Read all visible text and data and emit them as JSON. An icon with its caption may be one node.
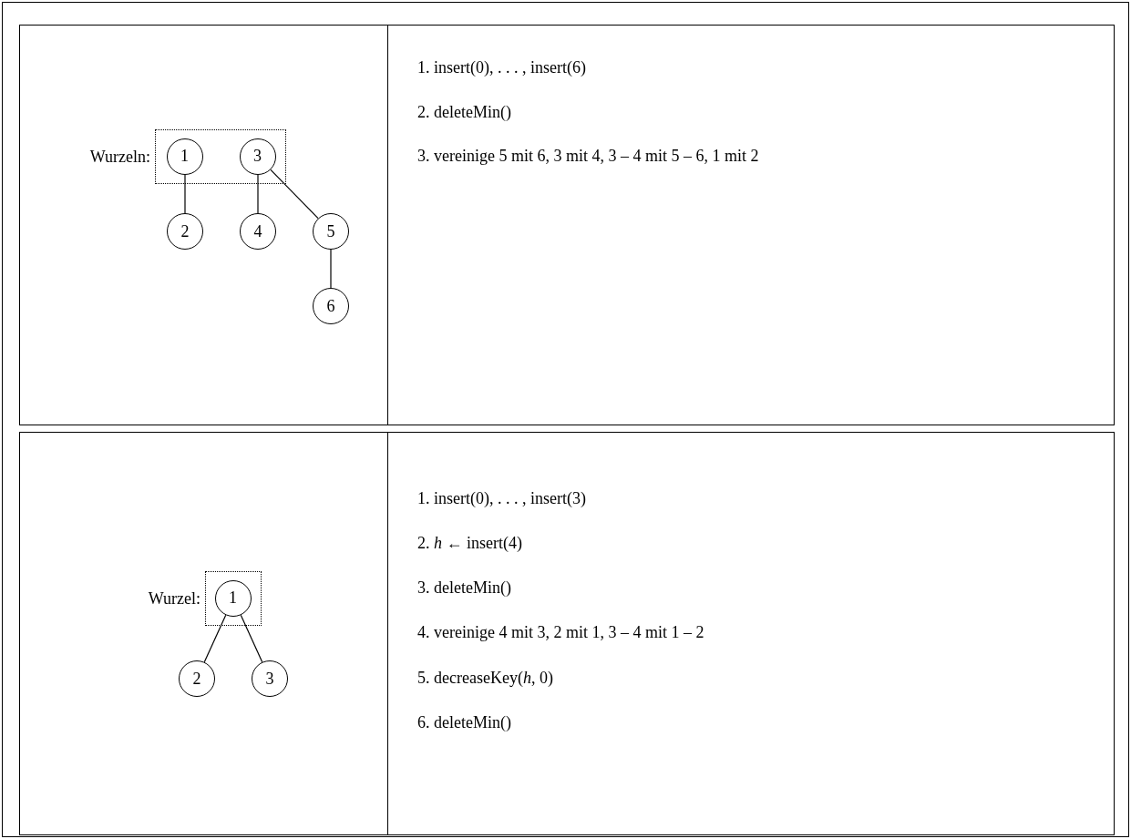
{
  "diagram": {
    "nodes": [
      {
        "text": [
          "Wurzeln:"
        ]
      },
      {
        "text": [
          "1"
        ],
        "in": 0
      },
      {
        "text": [
          "3"
        ],
        "in": 0
      },
      {
        "text": [
          "2"
        ]
      },
      {
        "text": [
          "4"
        ]
      },
      {
        "text": [
          "5"
        ]
      },
      {
        "text": [
          "6"
        ]
      },
      {
        "text": [
          "Wurzel:"
        ]
      },
      {
        "text": [
          "1"
        ],
        "in": 7
      },
      {
        "text": [
          "2"
        ]
      },
      {
        "text": [
          "3"
        ]
      }
    ],
    "edges": [
      {
        "from": 1,
        "to": 3,
        "arrow": "none"
      },
      {
        "from": 2,
        "to": 4,
        "arrow": "none"
      },
      {
        "from": 2,
        "to": 5,
        "arrow": "none"
      },
      {
        "from": 5,
        "to": 6,
        "arrow": "none"
      },
      {
        "from": 8,
        "to": 9,
        "arrow": "none"
      },
      {
        "from": 8,
        "to": 10,
        "arrow": "none"
      }
    ],
    "labels": [
      "1. insert(0), . . . , insert(6)",
      "2. deleteMin()",
      "3. vereinige 5 mit 6, 3 mit 4, 3 – 4 mit 5 – 6, 1 mit 2",
      "1. insert(0), . . . , insert(3)",
      "2. *h* ← insert(4)",
      "3. deleteMin()",
      "4. vereinige 4 mit 3, 2 mit 1, 3 – 4 mit 1 – 2",
      "5. decreaseKey(*h*, 0)",
      "6. deleteMin()"
    ]
  }
}
